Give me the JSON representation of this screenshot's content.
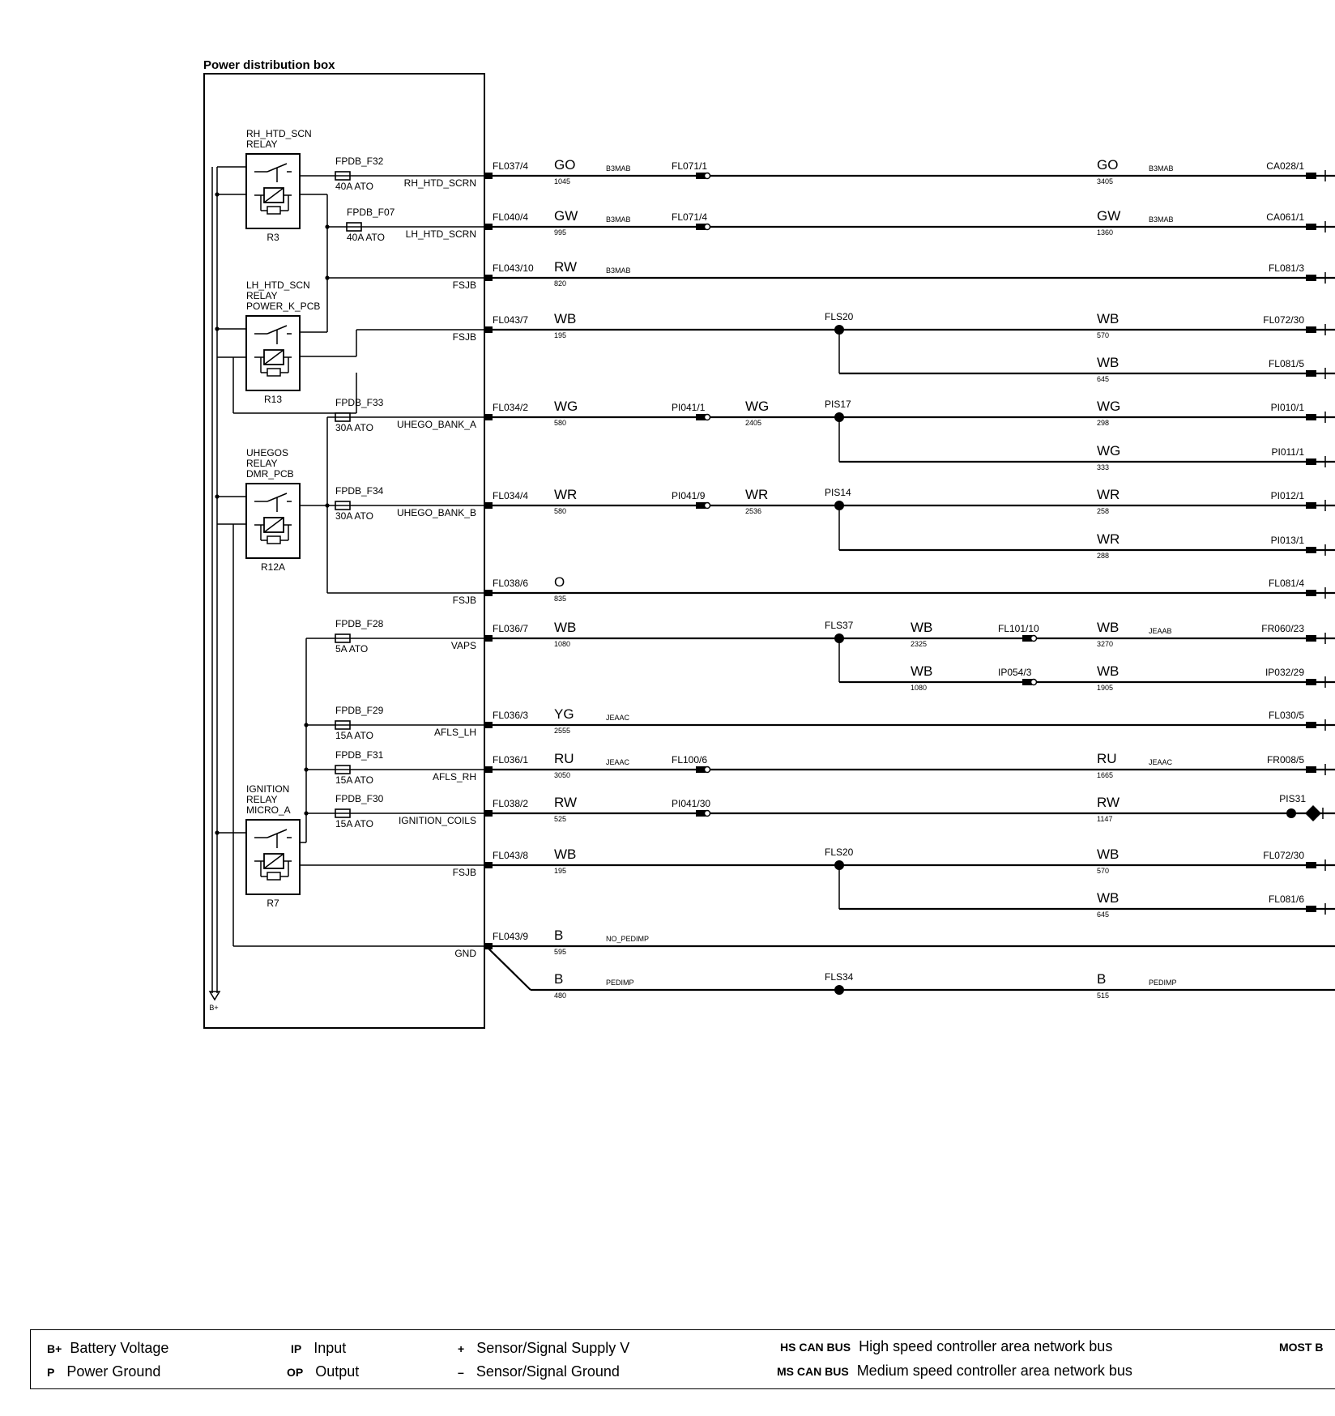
{
  "title": "Power distribution box",
  "relays": [
    {
      "name": "RH_HTD_SCN\nRELAY",
      "id": "R3"
    },
    {
      "name": "LH_HTD_SCN\nRELAY\nPOWER_K_PCB",
      "id": "R13"
    },
    {
      "name": "UHEGOS\nRELAY\nDMR_PCB",
      "id": "R12A"
    },
    {
      "name": "IGNITION\nRELAY\nMICRO_A",
      "id": "R7"
    }
  ],
  "battery_label": "B+",
  "circuits": [
    {
      "fuse": "FPDB_F32",
      "rating": "40A  ATO",
      "out": "RH_HTD_SCRN",
      "conn": "FL037/4",
      "color": "GO",
      "wire": "1045",
      "harness": "B3MAB",
      "inline": "FL071/1",
      "segments": [
        {
          "color": "GO",
          "wire": "3405",
          "harness": "B3MAB",
          "dest": "CA028/1"
        }
      ]
    },
    {
      "fuse": "FPDB_F07",
      "rating": "40A  ATO",
      "out": "LH_HTD_SCRN",
      "conn": "FL040/4",
      "color": "GW",
      "wire": "995",
      "harness": "B3MAB",
      "inline": "FL071/4",
      "segments": [
        {
          "color": "GW",
          "wire": "1360",
          "harness": "B3MAB",
          "dest": "CA061/1"
        }
      ]
    },
    {
      "out": "FSJB",
      "conn": "FL043/10",
      "color": "RW",
      "wire": "820",
      "harness": "B3MAB",
      "dest": "FL081/3"
    },
    {
      "out": "FSJB",
      "conn": "FL043/7",
      "color": "WB",
      "wire": "195",
      "splice": "FLS20",
      "branches": [
        {
          "color": "WB",
          "wire": "570",
          "dest": "FL072/30"
        },
        {
          "color": "WB",
          "wire": "645",
          "dest": "FL081/5"
        }
      ]
    },
    {
      "fuse": "FPDB_F33",
      "rating": "30A  ATO",
      "out": "UHEGO_BANK_A",
      "conn": "FL034/2",
      "color": "WG",
      "wire": "580",
      "inline": "PI041/1",
      "color2": "WG",
      "wire2": "2405",
      "splice": "PIS17",
      "branches": [
        {
          "color": "WG",
          "wire": "298",
          "dest": "PI010/1"
        },
        {
          "color": "WG",
          "wire": "333",
          "dest": "PI011/1"
        }
      ]
    },
    {
      "fuse": "FPDB_F34",
      "rating": "30A  ATO",
      "out": "UHEGO_BANK_B",
      "conn": "FL034/4",
      "color": "WR",
      "wire": "580",
      "inline": "PI041/9",
      "color2": "WR",
      "wire2": "2536",
      "splice": "PIS14",
      "branches": [
        {
          "color": "WR",
          "wire": "258",
          "dest": "PI012/1"
        },
        {
          "color": "WR",
          "wire": "288",
          "dest": "PI013/1"
        }
      ]
    },
    {
      "out": "FSJB",
      "conn": "FL038/6",
      "color": "O",
      "wire": "835",
      "dest": "FL081/4"
    },
    {
      "fuse": "FPDB_F28",
      "rating": "5A  ATO",
      "out": "VAPS",
      "conn": "FL036/7",
      "color": "WB",
      "wire": "1080",
      "splice": "FLS37",
      "branches": [
        {
          "color": "WB",
          "wire": "2325",
          "inline": "FL101/10",
          "color2": "WB",
          "wire2": "3270",
          "harness": "JEAAB",
          "dest": "FR060/23"
        },
        {
          "color": "WB",
          "wire": "1080",
          "inline": "IP054/3",
          "color2": "WB",
          "wire2": "1905",
          "dest": "IP032/29"
        }
      ]
    },
    {
      "fuse": "FPDB_F29",
      "rating": "15A  ATO",
      "out": "AFLS_LH",
      "conn": "FL036/3",
      "color": "YG",
      "wire": "2555",
      "harness": "JEAAC",
      "dest": "FL030/5"
    },
    {
      "fuse": "FPDB_F31",
      "rating": "15A  ATO",
      "out": "AFLS_RH",
      "conn": "FL036/1",
      "color": "RU",
      "wire": "3050",
      "harness": "JEAAC",
      "inline": "FL100/6",
      "color2": "RU",
      "wire2": "1665",
      "harness2": "JEAAC",
      "dest": "FR008/5"
    },
    {
      "fuse": "FPDB_F30",
      "rating": "15A  ATO",
      "out": "IGNITION_COILS",
      "conn": "FL038/2",
      "color": "RW",
      "wire": "525",
      "inline": "PI041/30",
      "color2": "RW",
      "wire2": "1147",
      "dest": "PIS31"
    },
    {
      "out": "FSJB",
      "conn": "FL043/8",
      "color": "WB",
      "wire": "195",
      "splice": "FLS20",
      "branches": [
        {
          "color": "WB",
          "wire": "570",
          "dest": "FL072/30"
        },
        {
          "color": "WB",
          "wire": "645",
          "dest": "FL081/6"
        }
      ]
    },
    {
      "out": "GND",
      "conn": "FL043/9",
      "color": "B",
      "wire": "595",
      "harness": "NO_PEDIMP"
    },
    {
      "color": "B",
      "wire": "480",
      "harness": "PEDIMP",
      "splice": "FLS34",
      "color2": "B",
      "wire2": "515",
      "harness2": "PEDIMP"
    }
  ],
  "legend": {
    "items": [
      {
        "key": "B+",
        "text": "Battery Voltage"
      },
      {
        "key": "P",
        "text": "Power Ground"
      },
      {
        "key": "IP",
        "text": "Input"
      },
      {
        "key": "OP",
        "text": "Output"
      },
      {
        "key": "+",
        "text": "Sensor/Signal Supply V"
      },
      {
        "key": "–",
        "text": "Sensor/Signal Ground"
      },
      {
        "key": "HS CAN BUS",
        "text": "High speed controller area network bus"
      },
      {
        "key": "MS CAN BUS",
        "text": "Medium speed controller area network bus"
      },
      {
        "key": "MOST B",
        "text": ""
      }
    ]
  }
}
